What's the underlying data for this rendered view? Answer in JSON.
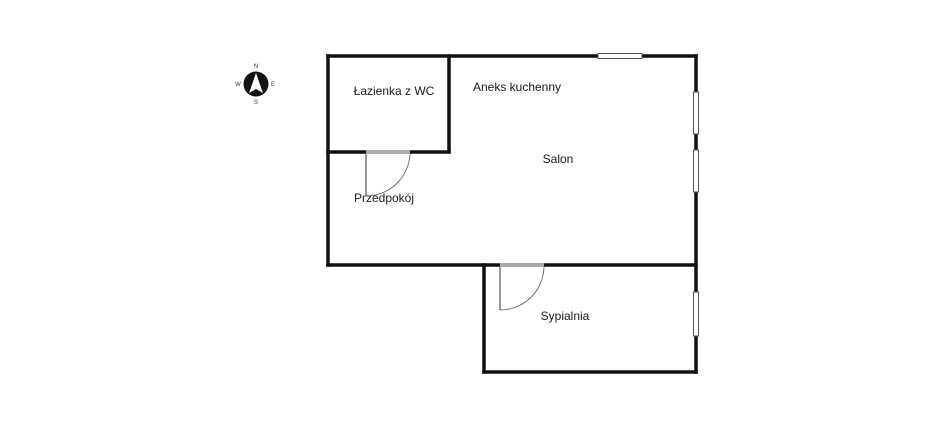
{
  "rooms": {
    "bathroom": "Łazienka z WC",
    "kitchenette": "Aneks kuchenny",
    "living_room": "Salon",
    "hallway": "Przedpokój",
    "bedroom": "Sypialnia"
  },
  "compass": {
    "north": "N",
    "south": "S",
    "east": "E",
    "west": "W"
  },
  "colors": {
    "wall": "#111111",
    "door_threshold": "#aaaaaa",
    "window": "#ffffff"
  }
}
